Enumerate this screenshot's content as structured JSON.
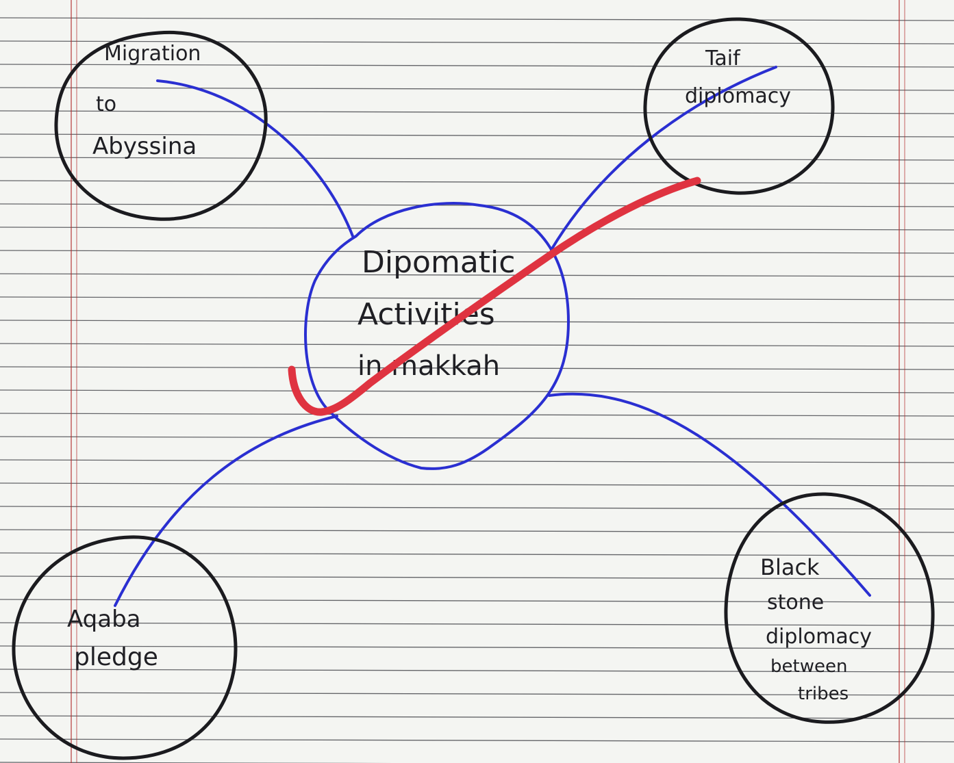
{
  "diagram": {
    "center": {
      "lines": [
        "Dipomatic",
        "Activities",
        "in makkah"
      ]
    },
    "nodes": [
      {
        "id": "migration",
        "lines": [
          "Migration",
          "to",
          "Abyssina"
        ]
      },
      {
        "id": "taif",
        "lines": [
          "Taif",
          "diplomacy"
        ]
      },
      {
        "id": "aqaba",
        "lines": [
          "Aqaba",
          "pledge"
        ]
      },
      {
        "id": "blackstone",
        "lines": [
          "Black",
          "stone",
          "diplomacy",
          "between",
          "tribes"
        ]
      }
    ],
    "colors": {
      "paper": "#f4f5f2",
      "rule_line": "#33343a",
      "margin_line": "#b22a2a",
      "circle_ink": "#1b1b1f",
      "connector_ink": "#2a2fd1",
      "strike": "#df3340"
    },
    "annotations": {
      "strike_through": "red-correction-mark-over-center"
    }
  }
}
